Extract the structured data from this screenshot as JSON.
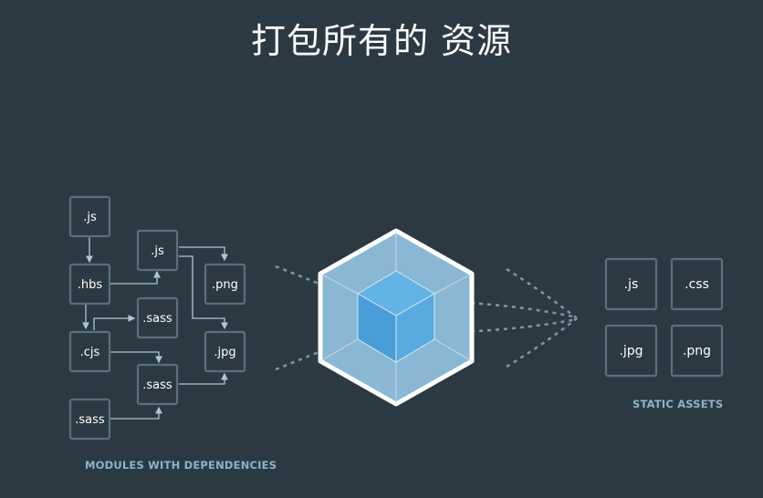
{
  "title": "打包所有的 资源",
  "left_caption": "MODULES WITH DEPENDENCIES",
  "right_caption": "STATIC ASSETS",
  "modules": [
    {
      "id": "m_js1",
      "label": ".js"
    },
    {
      "id": "m_hbs",
      "label": ".hbs"
    },
    {
      "id": "m_cjs",
      "label": ".cjs"
    },
    {
      "id": "m_sass1",
      "label": ".sass"
    },
    {
      "id": "m_js2",
      "label": ".js"
    },
    {
      "id": "m_sass2",
      "label": ".sass"
    },
    {
      "id": "m_sass3",
      "label": ".sass"
    },
    {
      "id": "m_png",
      "label": ".png"
    },
    {
      "id": "m_jpg",
      "label": ".jpg"
    }
  ],
  "assets": [
    {
      "id": "a_js",
      "label": ".js"
    },
    {
      "id": "a_css",
      "label": ".css"
    },
    {
      "id": "a_jpg",
      "label": ".jpg"
    },
    {
      "id": "a_png",
      "label": ".png"
    }
  ],
  "colors": {
    "background": "#2b3a42",
    "box_border": "#58707e",
    "arrow": "#a9c8d8",
    "cube_outline": "#ffffff",
    "cube_outer": "#8ab8d4",
    "cube_inner": "#55a6dc",
    "dotted": "#7d97a5"
  }
}
